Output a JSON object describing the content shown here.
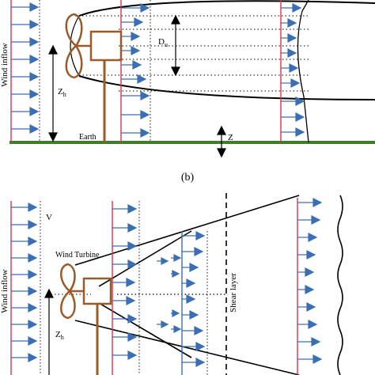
{
  "top_panel": {
    "wind_inflow": "Wind inflow",
    "wake_diameter": "D",
    "wake_diameter_sub": "u",
    "hub_height": "Z",
    "hub_height_sub": "h",
    "ground": "Earth",
    "vertical_axis": "Z"
  },
  "panel_label": "(b)",
  "bottom_panel": {
    "velocity": "V",
    "turbine": "Wind Turbine",
    "wind_inflow": "Wind inflow",
    "hub_height": "Z",
    "hub_height_sub": "h",
    "shear_layer": "Shear layer"
  },
  "colors": {
    "velocity_arrow": "#3a6fb5",
    "profile_line": "#d9334a",
    "turbine": "#9b5a2a",
    "ground": "#3f7d2b",
    "outline": "#000000"
  }
}
